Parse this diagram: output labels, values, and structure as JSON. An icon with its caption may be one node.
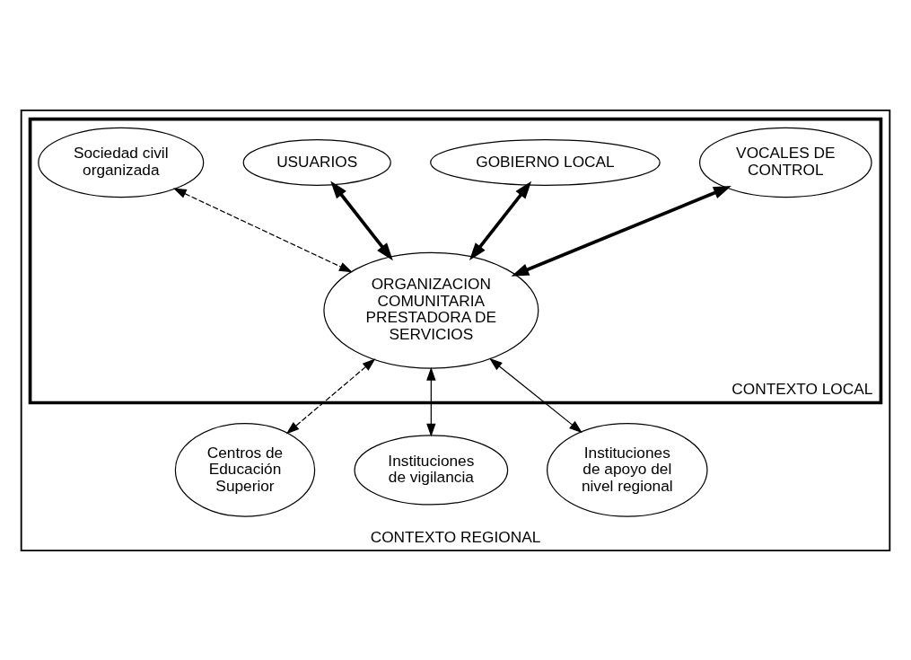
{
  "diagram": {
    "nodes": [
      {
        "text": [
          "CONTEXTO REGIONAL"
        ]
      },
      {
        "text": [
          "CONTEXTO LOCAL"
        ],
        "in": 0
      },
      {
        "text": [
          "VOCALES DE CONTROL"
        ],
        "in": 1
      },
      {
        "text": [
          "GOBIERNO LOCAL"
        ],
        "in": 1
      },
      {
        "text": [
          "USUARIOS"
        ],
        "in": 1
      },
      {
        "text": [
          "ORGANIZACION COMUNITARIA PRESTADORA DE SERVICIOS"
        ],
        "in": 1
      },
      {
        "text": [
          "Sociedad civil organizada"
        ],
        "in": 1
      },
      {
        "text": [
          "Centros de Educación Superior"
        ],
        "in": 0
      },
      {
        "text": [
          "Instituciones de vigilancia"
        ],
        "in": 0
      },
      {
        "text": [
          "Instituciones de apoyo del nivel regional"
        ],
        "in": 0
      }
    ],
    "edges": [
      {
        "from": 2,
        "to": 5,
        "arrow": "both",
        "style": "thick"
      },
      {
        "from": 3,
        "to": 5,
        "arrow": "both",
        "style": "thick"
      },
      {
        "from": 4,
        "to": 5,
        "arrow": "both",
        "style": "thick"
      },
      {
        "from": 6,
        "to": 5,
        "arrow": "both",
        "style": "dashed"
      },
      {
        "from": 5,
        "to": 7,
        "arrow": "both",
        "style": "dashed"
      },
      {
        "from": 5,
        "to": 8,
        "arrow": "both"
      },
      {
        "from": 5,
        "to": 9,
        "arrow": "both"
      }
    ]
  }
}
